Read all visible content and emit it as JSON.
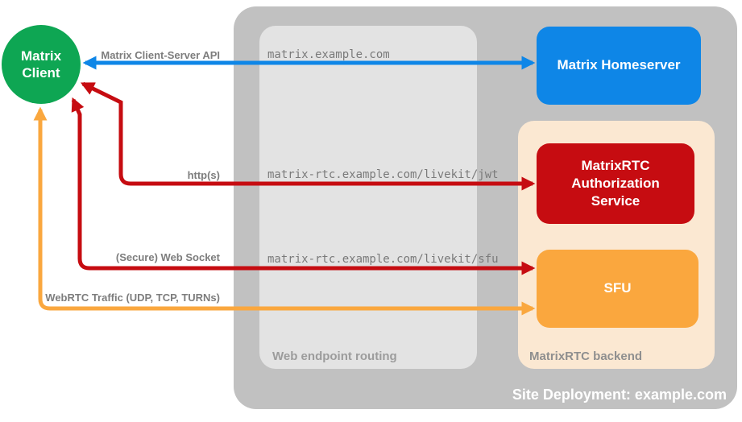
{
  "title": "Site Deployment: example.com",
  "client": {
    "label": "Matrix\nClient",
    "color": "#0EA653"
  },
  "zones": {
    "routing": {
      "label": "Web endpoint routing",
      "fill": "#E3E3E3"
    },
    "backend": {
      "label": "MatrixRTC backend",
      "fill": "#FBE8D2"
    },
    "site": {
      "fill": "#C1C1C1"
    }
  },
  "nodes": {
    "homeserver": {
      "label": "Matrix Homeserver",
      "fill": "#0E86E7"
    },
    "auth": {
      "label": "MatrixRTC Authorization Service",
      "fill": "#C60C11"
    },
    "sfu": {
      "label": "SFU",
      "fill": "#FAA73E"
    }
  },
  "edges": [
    {
      "protocol": "Matrix Client-Server API",
      "route": "matrix.example.com",
      "color": "#0E86E7",
      "bidirectional": true
    },
    {
      "protocol": "http(s)",
      "route": "matrix-rtc.example.com/livekit/jwt",
      "color": "#C60C11",
      "bidirectional": true
    },
    {
      "protocol": "(Secure) Web Socket",
      "route": "matrix-rtc.example.com/livekit/sfu",
      "color": "#C60C11",
      "bidirectional": true
    },
    {
      "protocol": "WebRTC Traffic (UDP, TCP, TURNs)",
      "route": "",
      "color": "#FAA73E",
      "bidirectional": true
    }
  ]
}
